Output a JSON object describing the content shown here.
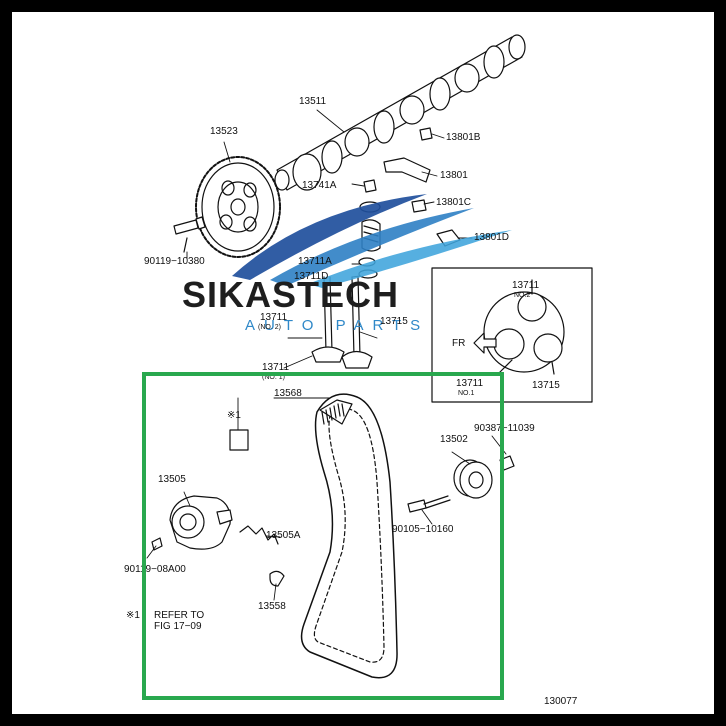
{
  "parts": {
    "p13511": "13511",
    "p13523": "13523",
    "p13801B": "13801B",
    "p13801": "13801",
    "p13741A": "13741A",
    "p13801C": "13801C",
    "p13801D": "13801D",
    "p90119_10380": "90119−10380",
    "p13711A": "13711A",
    "p13711D": "13711D",
    "p13711_no2": "13711",
    "p13711_no2_sub": "(NO. 2)",
    "p13715": "13715",
    "p13711_no1": "13711",
    "p13711_no1_sub": "(NO. 1)",
    "p13568": "13568",
    "p13505": "13505",
    "p13505A": "13505A",
    "p90119_08A00": "90119−08A00",
    "p13558": "13558",
    "p90387_11039": "90387−11039",
    "p13502": "13502",
    "p90105_10160": "90105−10160"
  },
  "inset": {
    "no2_num": "13711",
    "no2_sub": "NO.2",
    "fr": "FR",
    "no1_num": "13711",
    "no1_sub": "NO.1",
    "p13715": "13715"
  },
  "note": {
    "mark1": "※1",
    "mark2": "※1",
    "line1": "REFER TO",
    "line2": "FIG 17−09"
  },
  "figure_number": "130077",
  "watermark": {
    "brand": "SIKASTECH",
    "tagline": "AUTO PARTS"
  },
  "colors": {
    "frame": "#000000",
    "highlight_box": "#29a84e",
    "brand_text": "#1e1e1e",
    "tagline": "#2f88c8",
    "swoosh_dark": "#1f4f9c",
    "swoosh_light": "#3fa4dc"
  }
}
